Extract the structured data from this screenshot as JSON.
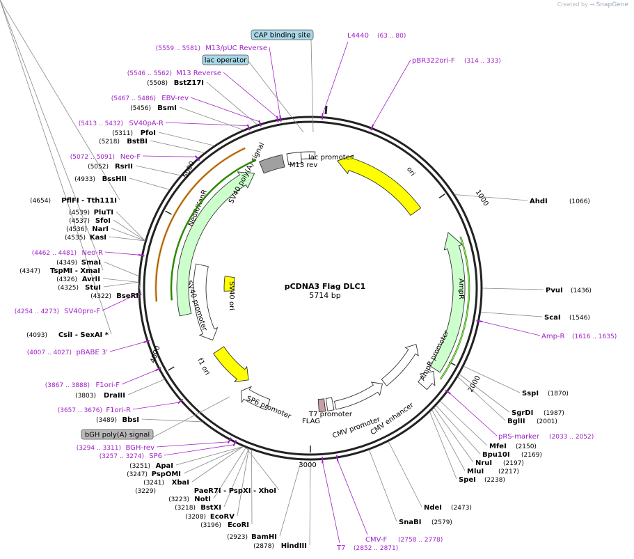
{
  "watermark": {
    "prefix": "Created by",
    "brand": "SnapGene"
  },
  "plasmid": {
    "name": "pCDNA3 Flag DLC1",
    "length_label": "5714 bp",
    "length": 5714
  },
  "ticks": [
    "1000",
    "2000",
    "3000",
    "4000",
    "5000"
  ],
  "colors": {
    "enzyme": "#000000",
    "primer": "#a020c8",
    "feature_text": "#000000"
  },
  "enzymes": [
    {
      "name": "AhdI",
      "pos": "(1066)"
    },
    {
      "name": "PvuI",
      "pos": "(1436)"
    },
    {
      "name": "ScaI",
      "pos": "(1546)"
    },
    {
      "name": "SspI",
      "pos": "(1870)"
    },
    {
      "name": "SgrDI",
      "pos": "(1987)"
    },
    {
      "name": "BglII",
      "pos": "(2001)"
    },
    {
      "name": "MfeI",
      "pos": "(2150)"
    },
    {
      "name": "Bpu10I",
      "pos": "(2169)"
    },
    {
      "name": "NruI",
      "pos": "(2197)"
    },
    {
      "name": "MluI",
      "pos": "(2217)"
    },
    {
      "name": "SpeI",
      "pos": "(2238)"
    },
    {
      "name": "NdeI",
      "pos": "(2473)"
    },
    {
      "name": "SnaBI",
      "pos": "(2579)"
    },
    {
      "name": "HindIII",
      "pos": "(2878)"
    },
    {
      "name": "BamHI",
      "pos": "(2923)"
    },
    {
      "name": "EcoRI",
      "pos": "(3196)"
    },
    {
      "name": "EcoRV",
      "pos": "(3208)"
    },
    {
      "name": "BstXI",
      "pos": "(3218)"
    },
    {
      "name": "NotI",
      "pos": "(3223)"
    },
    {
      "name": "PaeR7I  - PspXI  - XhoI",
      "pos": "(3229)"
    },
    {
      "name": "XbaI",
      "pos": "(3241)"
    },
    {
      "name": "PspOMI",
      "pos": "(3247)"
    },
    {
      "name": "ApaI",
      "pos": "(3251)"
    },
    {
      "name": "BbsI",
      "pos": "(3489)"
    },
    {
      "name": "DraIII",
      "pos": "(3803)"
    },
    {
      "name": "CsiI  - SexAI *",
      "pos": "(4093)"
    },
    {
      "name": "BseRI",
      "pos": "(4322)"
    },
    {
      "name": "StuI",
      "pos": "(4325)"
    },
    {
      "name": "AvrII",
      "pos": "(4326)"
    },
    {
      "name": "TspMI  - XmaI",
      "pos": "(4347)"
    },
    {
      "name": "SmaI",
      "pos": "(4349)"
    },
    {
      "name": "KasI",
      "pos": "(4535)"
    },
    {
      "name": "NarI",
      "pos": "(4536)"
    },
    {
      "name": "SfoI",
      "pos": "(4537)"
    },
    {
      "name": "PluTI",
      "pos": "(4539)"
    },
    {
      "name": "PflFI  - Tth111I",
      "pos": "(4654)"
    },
    {
      "name": "BssHII",
      "pos": "(4933)"
    },
    {
      "name": "RsrII",
      "pos": "(5052)"
    },
    {
      "name": "BstBI",
      "pos": "(5218)"
    },
    {
      "name": "PfoI",
      "pos": "(5311)"
    },
    {
      "name": "BsmI",
      "pos": "(5456)"
    },
    {
      "name": "BstZ17I",
      "pos": "(5508)"
    }
  ],
  "primers": [
    {
      "name": "L4440",
      "range": "(63 .. 80)"
    },
    {
      "name": "pBR322ori-F",
      "range": "(314 .. 333)"
    },
    {
      "name": "Amp-R",
      "range": "(1616 .. 1635)"
    },
    {
      "name": "pRS-marker",
      "range": "(2033 .. 2052)"
    },
    {
      "name": "CMV-F",
      "range": "(2758 .. 2778)"
    },
    {
      "name": "T7",
      "range": ""
    },
    {
      "name": "SP6",
      "range": "(3257 .. 3274)"
    },
    {
      "name": "BGH-rev",
      "range": "(3294 .. 3311)"
    },
    {
      "name": "F1ori-R",
      "range": "(3657 .. 3676)"
    },
    {
      "name": "F1ori-F",
      "range": "(3867 .. 3888)"
    },
    {
      "name": "pBABE 3'",
      "range": "(4007 .. 4027)"
    },
    {
      "name": "SV40pro-F",
      "range": "(4254 .. 4273)"
    },
    {
      "name": "Neo-R",
      "range": "(4462 .. 4481)"
    },
    {
      "name": "Neo-F",
      "range": "(5072 .. 5091)"
    },
    {
      "name": "SV40pA-R",
      "range": "(5413 .. 5432)"
    },
    {
      "name": "EBV-rev",
      "range": "(5467 .. 5486)"
    },
    {
      "name": "M13 Reverse",
      "range": "(5546 .. 5562)"
    },
    {
      "name": "M13/pUC Reverse",
      "range": "(5559 .. 5581)"
    }
  ],
  "t7_range": "(2852 .. 2871)",
  "boxed_features": [
    {
      "name": "CAP binding site",
      "fill": "#a8d8e8"
    },
    {
      "name": "lac operator",
      "fill": "#a8d8e8"
    },
    {
      "name": "bGH poly(A) signal",
      "fill": "#b8b8b8"
    }
  ],
  "features": [
    {
      "name": "ori",
      "fill": "#ffff00"
    },
    {
      "name": "AmpR",
      "fill": "#ccffcc"
    },
    {
      "name": "AmpR promoter",
      "fill": "#ffffff"
    },
    {
      "name": "CMV enhancer",
      "fill": "#ffffff"
    },
    {
      "name": "CMV promoter",
      "fill": "#ffffff"
    },
    {
      "name": "T7 promoter",
      "fill": "#ffffff"
    },
    {
      "name": "FLAG",
      "fill": "#c8a0a8"
    },
    {
      "name": "SP6 promoter",
      "fill": "#ffffff"
    },
    {
      "name": "f1 ori",
      "fill": "#ffff00"
    },
    {
      "name": "SV40 promoter",
      "fill": "#ffffff"
    },
    {
      "name": "SV40 ori",
      "fill": "#ffff00"
    },
    {
      "name": "NeoR/KanR",
      "fill": "#ccffcc"
    },
    {
      "name": "SV40 poly(A) signal",
      "fill": "#a0a0a0"
    },
    {
      "name": "M13 rev",
      "fill": "#ffffff"
    },
    {
      "name": "lac promoter",
      "fill": "#ffffff"
    }
  ]
}
